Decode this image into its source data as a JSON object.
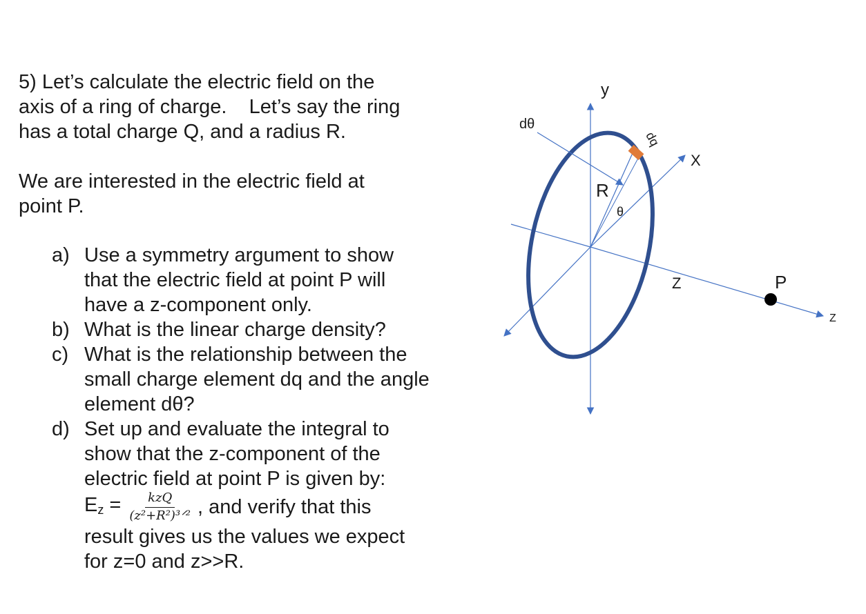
{
  "problem": {
    "intro_line1": "5) Let’s calculate the electric field on the",
    "intro_line2": "axis of a ring of charge.    Let’s say the ring",
    "intro_line3": "has a total charge Q, and a radius R.",
    "interest_line1": "We are interested in the electric field at",
    "interest_line2": "point P."
  },
  "parts": [
    {
      "letter": "a)",
      "text": "Use a symmetry argument to show that the electric field at point P will have a z-component only."
    },
    {
      "letter": "b)",
      "text": "What is the linear charge density?"
    },
    {
      "letter": "c)",
      "text": "What is the relationship between the small charge element dq and the angle element dθ?"
    },
    {
      "letter": "d)",
      "text": "Set up and evaluate the integral to show that the z-component of the electric field at point P is given by:"
    }
  ],
  "formula": {
    "lhs_symbol": "E",
    "lhs_sub": "z",
    "equals": "=",
    "numerator": "kzQ",
    "denominator": "(z²+R²)³ᐟ²",
    "trailing": ", and verify that this",
    "continuation": "result gives us the values we expect for z=0 and z>>R."
  },
  "diagram": {
    "label_y": "y",
    "label_x": "X",
    "label_z_near": "Z",
    "label_z_far": "Z",
    "label_p": "P",
    "label_r": "R",
    "label_theta": "θ",
    "label_dtheta": "dθ",
    "label_dq": "dq",
    "colors": {
      "axis": "#4472c4",
      "ring": "#2f4f8f",
      "charge_element": "#e07b39",
      "point": "#000000"
    }
  }
}
